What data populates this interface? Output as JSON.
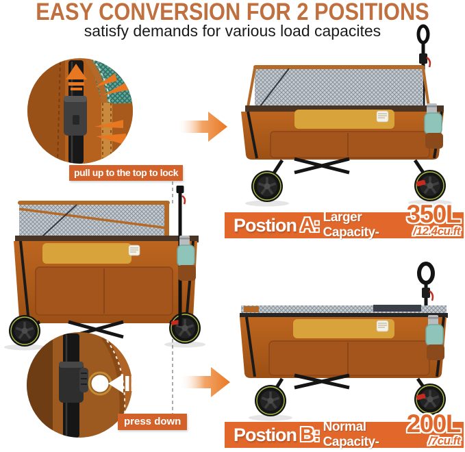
{
  "header": {
    "title": "EASY CONVERSION FOR 2 POSITIONS",
    "subtitle": "satisfy demands for various load capacites"
  },
  "callouts": {
    "pull_lock": "pull up to the top to lock",
    "press_down": "press down"
  },
  "positions": {
    "a": {
      "prefix": "Postion",
      "letter": "A:",
      "description": "Larger Capacity-",
      "volume": "350L",
      "cubic_feet": "/12.4cu.ft"
    },
    "b": {
      "prefix": "Postion",
      "letter": "B:",
      "description": "Normal Capacity-",
      "volume": "200L",
      "cubic_feet": "/7cu.ft"
    }
  },
  "colors": {
    "title-orange": "#c06f3e",
    "banner-orange": "#e2672b",
    "callout-orange": "#d2622a",
    "arrow-orange": "#e87722",
    "wagon-body": "#b05c1e",
    "wagon-flap": "#d9a33c",
    "cup-holder-teal": "#8fc4ba",
    "wheel-ring-green": "#c9d94f",
    "mesh-gray": "#c6ccd1",
    "mesh-teal": "#5fa99a",
    "text-dark": "#1a1a1a",
    "text-white": "#ffffff"
  }
}
